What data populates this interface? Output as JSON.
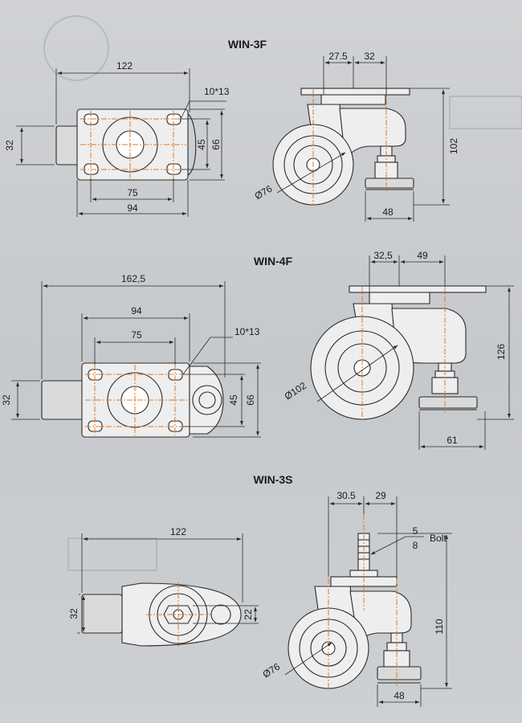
{
  "models": [
    {
      "name": "WIN-3F",
      "top_dims": {
        "length": "122",
        "bolt_spacing": "75",
        "width": "94",
        "height_a": "45",
        "height_b": "66",
        "wheel_width": "32",
        "bolt_hole": "10*13"
      },
      "side_dims": {
        "offset_a": "27.5",
        "offset_b": "32",
        "total_height": "102",
        "wheel_dia": "Ø76",
        "pad_width": "48"
      }
    },
    {
      "name": "WIN-4F",
      "top_dims": {
        "length": "162,5",
        "width": "94",
        "bolt_spacing": "75",
        "bolt_hole": "10*13",
        "wheel_width": "32",
        "height_a": "45",
        "height_b": "66"
      },
      "side_dims": {
        "offset_a": "32,5",
        "offset_b": "49",
        "total_height": "126",
        "wheel_dia": "Ø102",
        "pad_width": "61"
      }
    },
    {
      "name": "WIN-3S",
      "top_dims": {
        "length": "122",
        "wheel_width": "32",
        "stem_dia": "22"
      },
      "side_dims": {
        "offset_a": "30.5",
        "offset_b": "29",
        "bolt_num": "5",
        "bolt_den": "8",
        "bolt_label": "Bolt",
        "total_height": "110",
        "wheel_dia": "Ø76",
        "pad_width": "48"
      }
    }
  ],
  "colors": {
    "centerline": "#e07a28",
    "line": "#2a2a2a",
    "part_fill": "#eeeeee"
  }
}
